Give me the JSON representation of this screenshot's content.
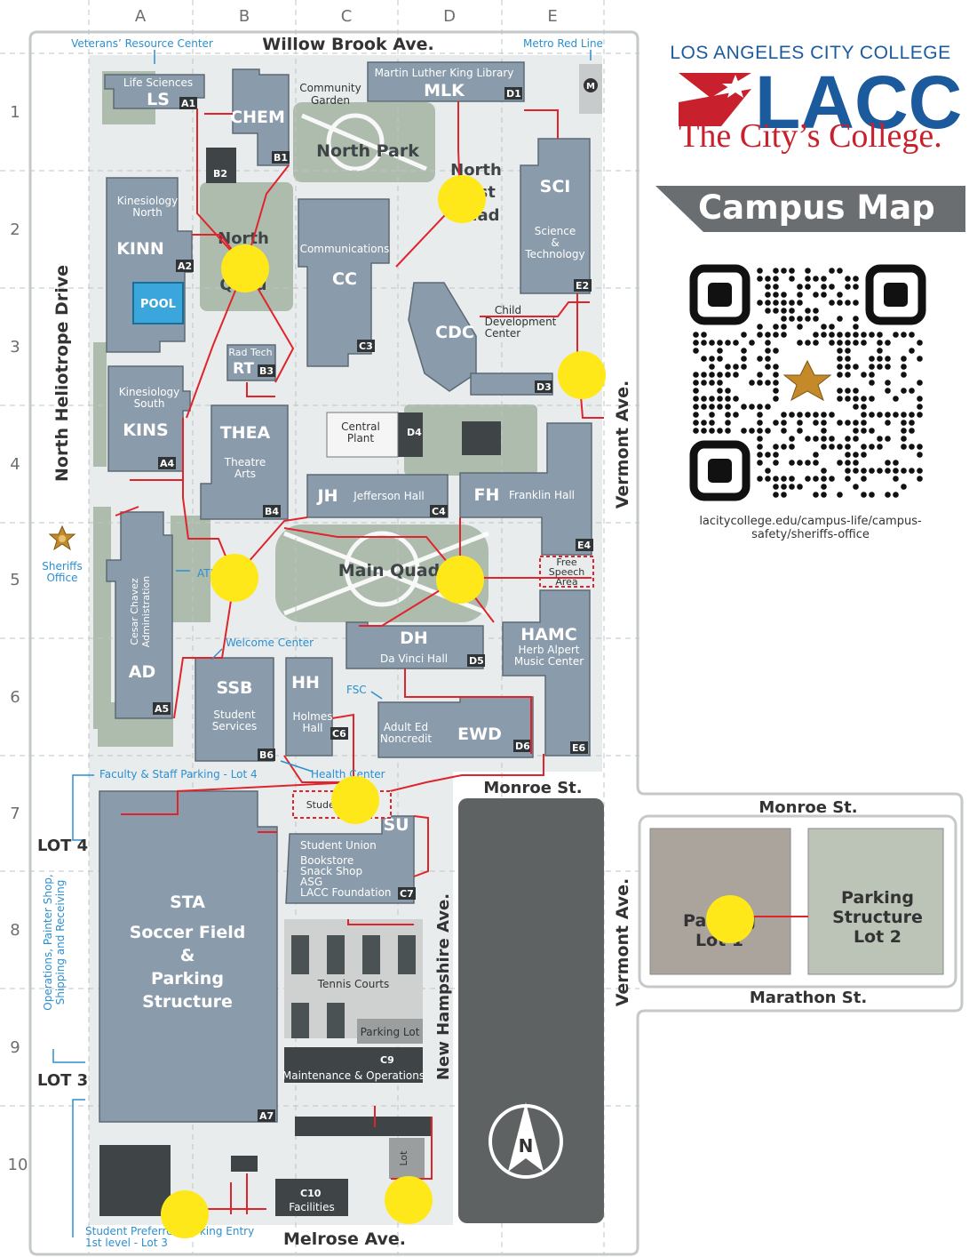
{
  "brand": {
    "college_name": "LOS ANGELES CITY COLLEGE",
    "logo_text": "LACC",
    "tagline": "The City’s College.",
    "map_title": "Campus Map",
    "qr_url": "lacitycollege.edu/campus-life/campus-safety/sheriffs-office"
  },
  "colors": {
    "building": "#8a9bab",
    "building_dark": "#3f4547",
    "grass": "#aebcae",
    "campus_bg": "#e8ecec",
    "route": "#e0242c",
    "marker": "#ffe81a",
    "blue_label": "#2b8fd0",
    "brand_blue": "#1b5a9c",
    "brand_red": "#c8202c"
  },
  "grid": {
    "columns": [
      "A",
      "B",
      "C",
      "D",
      "E"
    ],
    "rows": [
      "1",
      "2",
      "3",
      "4",
      "5",
      "6",
      "7",
      "8",
      "9",
      "10"
    ]
  },
  "streets": {
    "north": "Willow Brook Ave.",
    "south": "Melrose Ave.",
    "west": "North Heliotrope Drive",
    "east": "Vermont Ave.",
    "east2": "Vermont Ave.",
    "monroe": "Monroe St.",
    "monroe2": "Monroe St.",
    "marathon": "Marathon St.",
    "new_hampshire": "New Hampshire Ave."
  },
  "callouts": {
    "veterans": "Veterans’ Resource Center",
    "metro": "Metro Red Line",
    "sheriffs": [
      "Sheriffs",
      "Office"
    ],
    "atm": "ATM",
    "welcome": "Welcome Center",
    "fsc": "FSC",
    "health": "Health Center",
    "faculty_parking": "Faculty & Staff Parking - Lot 4",
    "lot4": "LOT 4",
    "lot3": "LOT 3",
    "operations": [
      "Operations, Painter Shop,",
      "Shipping and Receiving"
    ],
    "student_entry": [
      "Student Preferred Parking Entry",
      "1st level - Lot 3"
    ]
  },
  "areas": {
    "community_garden": [
      "Community",
      "Garden"
    ],
    "north_park": "North Park",
    "north_quad_1": [
      "North",
      "Quad"
    ],
    "north_quad_2": [
      "North",
      "East",
      "Quad"
    ],
    "main_quad": "Main Quad",
    "free_speech": [
      "Free",
      "Speech",
      "Area"
    ],
    "tennis": "Tennis Courts",
    "parking_lot": "Parking Lot",
    "lot_side": "Lot"
  },
  "buildings": {
    "LS": {
      "code": "LS",
      "name": "Life Sciences",
      "grid": "A1"
    },
    "CHEM": {
      "code": "CHEM",
      "grid": "B1"
    },
    "B2": {
      "grid": "B2"
    },
    "MLK": {
      "code": "MLK",
      "name": "Martin Luther King Library",
      "grid": "D1"
    },
    "SCI": {
      "code": "SCI",
      "name": [
        "Science",
        "&",
        "Technology"
      ],
      "grid": "E2"
    },
    "KINN": {
      "code": "KINN",
      "name": [
        "Kinesiology",
        "North"
      ],
      "grid": "A2",
      "pool": "POOL"
    },
    "CC": {
      "code": "CC",
      "name": "Communications",
      "grid": "C3"
    },
    "CDC": {
      "code": "CDC",
      "name": [
        "Child",
        "Development",
        "Center"
      ],
      "grid": "D3"
    },
    "RT": {
      "code": "RT",
      "name": "Rad Tech",
      "grid": "B3"
    },
    "KINS": {
      "code": "KINS",
      "name": [
        "Kinesiology",
        "South"
      ],
      "grid": "A4"
    },
    "THEA": {
      "code": "THEA",
      "name": [
        "Theatre",
        "Arts"
      ],
      "grid": "B4"
    },
    "D4": {
      "name": [
        "Central",
        "Plant"
      ],
      "grid": "D4"
    },
    "JH": {
      "code": "JH",
      "name": "Jefferson Hall",
      "grid": "C4"
    },
    "FH": {
      "code": "FH",
      "name": "Franklin Hall",
      "grid": "E4"
    },
    "AD": {
      "code": "AD",
      "name": [
        "Cesar Chavez",
        "Administration"
      ],
      "grid": "A5"
    },
    "DH": {
      "code": "DH",
      "name": "Da Vinci Hall",
      "grid": "D5"
    },
    "HAMC": {
      "code": "HAMC",
      "name": [
        "Herb Alpert",
        "Music Center"
      ],
      "grid": "E6"
    },
    "SSB": {
      "code": "SSB",
      "name": [
        "Student",
        "Services"
      ],
      "grid": "B6"
    },
    "HH": {
      "code": "HH",
      "name": [
        "Holmes",
        "Hall"
      ],
      "grid": "C6"
    },
    "EWD": {
      "code": "EWD",
      "name": [
        "Adult Ed",
        "Noncredit"
      ],
      "grid": "D6"
    },
    "SU": {
      "code": "SU",
      "name": [
        "Student Union",
        "Bookstore",
        "Snack Shop",
        "ASG",
        "LACC Foundation"
      ],
      "grid": "C7",
      "plaza": "Student Union"
    },
    "STA": {
      "code": "STA",
      "name": [
        "Soccer Field",
        "&",
        "Parking",
        "Structure"
      ],
      "grid": "A7"
    },
    "C9": {
      "name": "Maintenance & Operations",
      "grid": "C9"
    },
    "C10": {
      "name": "Facilities",
      "grid": "C10"
    }
  },
  "parking": {
    "lot1": [
      "Parking",
      "Lot 1"
    ],
    "lot2": [
      "Parking",
      "Structure",
      "Lot 2"
    ]
  }
}
